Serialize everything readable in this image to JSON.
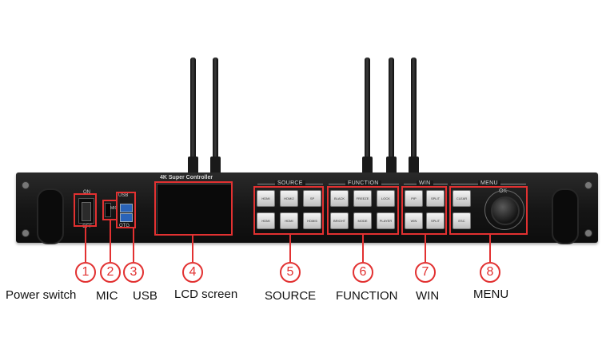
{
  "device": {
    "lcd_title": "4K Super Controller",
    "power_on_label": "ON",
    "power_off_label": "OFF",
    "mic_port_label": "MIC",
    "usb_top_label": "USB",
    "usb_bottom_label": "OTG",
    "knob_label": "OK"
  },
  "groups": {
    "source": {
      "title": "SOURCE",
      "buttons": [
        "HDMI",
        "HDMI2",
        "SP",
        "HDMI",
        "HDMI",
        "HDMI5"
      ]
    },
    "function": {
      "title": "FUNCTION",
      "buttons": [
        "BLACK",
        "FREEZE",
        "LOCK",
        "BRIGHT",
        "MODE",
        "PLAYER"
      ]
    },
    "win": {
      "title": "WIN",
      "buttons": [
        "PIP",
        "SPLIT",
        "WIN",
        "SPLIT"
      ]
    },
    "menu": {
      "title": "MENU",
      "buttons": [
        "CLEAR",
        "ESC"
      ]
    }
  },
  "callouts": [
    {
      "number": "1",
      "label": "Power switch"
    },
    {
      "number": "2",
      "label": "MIC"
    },
    {
      "number": "3",
      "label": "USB"
    },
    {
      "number": "4",
      "label": "LCD screen"
    },
    {
      "number": "5",
      "label": "SOURCE"
    },
    {
      "number": "6",
      "label": "FUNCTION"
    },
    {
      "number": "7",
      "label": "WIN"
    },
    {
      "number": "8",
      "label": "MENU"
    }
  ],
  "colors": {
    "callout_red": "#e23131",
    "chassis": "#151515",
    "button_face": "#e6e6e6"
  }
}
